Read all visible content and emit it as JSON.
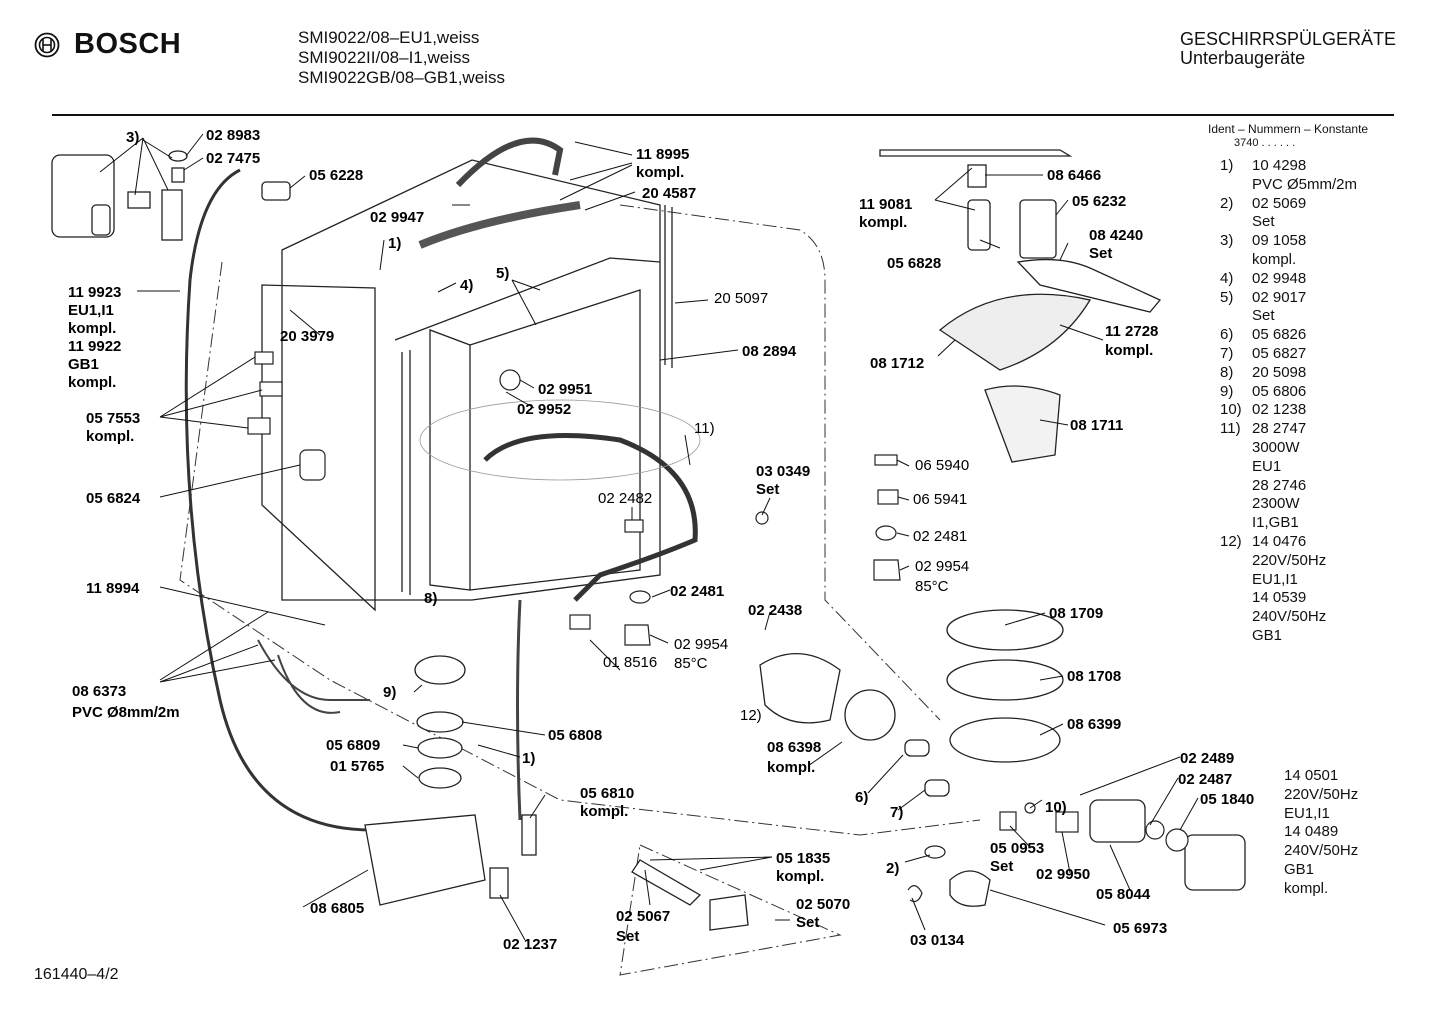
{
  "header": {
    "brand": "BOSCH",
    "models": [
      "SMI9022/08–EU1,weiss",
      "SMI9022II/08–I1,weiss",
      "SMI9022GB/08–GB1,weiss"
    ],
    "category_line1": "GESCHIRRSPÜLGERÄTE",
    "category_line2": "Unterbaugeräte",
    "icon": "bosch-armature-logo-icon"
  },
  "panel": {
    "title": "Ident – Nummern – Konstante",
    "constant": "3740 . . . . . .",
    "legend": [
      {
        "num": "1)",
        "lines": [
          "10 4298",
          "PVC Ø5mm/2m"
        ]
      },
      {
        "num": "2)",
        "lines": [
          "02 5069",
          "Set"
        ]
      },
      {
        "num": "3)",
        "lines": [
          "09 1058",
          "kompl."
        ]
      },
      {
        "num": "4)",
        "lines": [
          "02 9948"
        ]
      },
      {
        "num": "5)",
        "lines": [
          "02 9017",
          "Set"
        ]
      },
      {
        "num": "6)",
        "lines": [
          "05 6826"
        ]
      },
      {
        "num": "7)",
        "lines": [
          "05 6827"
        ]
      },
      {
        "num": "8)",
        "lines": [
          "20 5098"
        ]
      },
      {
        "num": "9)",
        "lines": [
          "05 6806"
        ]
      },
      {
        "num": "10)",
        "lines": [
          "02 1238"
        ]
      },
      {
        "num": "11)",
        "lines": [
          "28 2747",
          "3000W",
          "EU1",
          "28 2746",
          "2300W",
          "I1,GB1"
        ]
      },
      {
        "num": "12)",
        "lines": [
          "14 0476",
          "220V/50Hz",
          "EU1,I1",
          "14 0539",
          "240V/50Hz",
          "GB1"
        ]
      }
    ],
    "extra_block": [
      "14 0501",
      "220V/50Hz",
      "EU1,I1",
      "14 0489",
      "240V/50Hz",
      "GB1",
      "kompl."
    ]
  },
  "labels": {
    "l_3": "3)",
    "l_028983": "02 8983",
    "l_027475": "02 7475",
    "l_056228": "05 6228",
    "l_118995": "11 8995",
    "l_118995b": "kompl.",
    "l_204587": "20 4587",
    "l_029947": "02 9947",
    "l_1a": "1)",
    "l_4": "4)",
    "l_5": "5)",
    "l_205097": "20 5097",
    "l_119923": "11 9923",
    "l_119923b": "EU1,I1",
    "l_119923c": "kompl.",
    "l_119922": "11 9922",
    "l_119922b": "GB1",
    "l_119922c": "kompl.",
    "l_203979": "20 3979",
    "l_082894": "08 2894",
    "l_029951": "02 9951",
    "l_029952": "02 9952",
    "l_057553": "05 7553",
    "l_057553b": "kompl.",
    "l_11": "11)",
    "l_056824": "05 6824",
    "l_030349": "03 0349",
    "l_030349b": "Set",
    "l_022482": "02 2482",
    "l_118994": "11 8994",
    "l_8": "8)",
    "l_022481a": "02 2481",
    "l_029954a": "02 9954",
    "l_85ca": "85°C",
    "l_022438": "02 2438",
    "l_018516": "01 8516",
    "l_086373": "08 6373",
    "l_086373b": "PVC Ø8mm/2m",
    "l_9": "9)",
    "l_056808": "05 6808",
    "l_056809": "05 6809",
    "l_015765": "01 5765",
    "l_1b": "1)",
    "l_12": "12)",
    "l_056810": "05 6810",
    "l_056810b": "kompl.",
    "l_086805": "08 6805",
    "l_021237": "02 1237",
    "l_025067": "02 5067",
    "l_025067b": "Set",
    "l_051835": "05 1835",
    "l_051835b": "kompl.",
    "l_025070": "02 5070",
    "l_025070b": "Set",
    "l_086466": "08 6466",
    "l_119081": "11 9081",
    "l_119081b": "kompl.",
    "l_056232": "05 6232",
    "l_084240": "08 4240",
    "l_084240b": "Set",
    "l_056828": "05 6828",
    "l_112728": "11 2728",
    "l_112728b": "kompl.",
    "l_081712": "08 1712",
    "l_081711": "08 1711",
    "l_065940": "06 5940",
    "l_065941": "06 5941",
    "l_022481b": "02 2481",
    "l_029954b": "02 9954",
    "l_85cb": "85°C",
    "l_081709": "08 1709",
    "l_081708": "08 1708",
    "l_086399": "08 6399",
    "l_086398": "08 6398",
    "l_086398b": "kompl.",
    "l_6": "6)",
    "l_7": "7)",
    "l_022489": "02 2489",
    "l_022487": "02 2487",
    "l_051840": "05 1840",
    "l_10": "10)",
    "l_050953": "05 0953",
    "l_050953b": "Set",
    "l_029950": "02 9950",
    "l_058044": "05 8044",
    "l_2": "2)",
    "l_030134": "03 0134",
    "l_056973": "05 6973"
  },
  "footer": {
    "doc_number": "161440–4/2"
  }
}
